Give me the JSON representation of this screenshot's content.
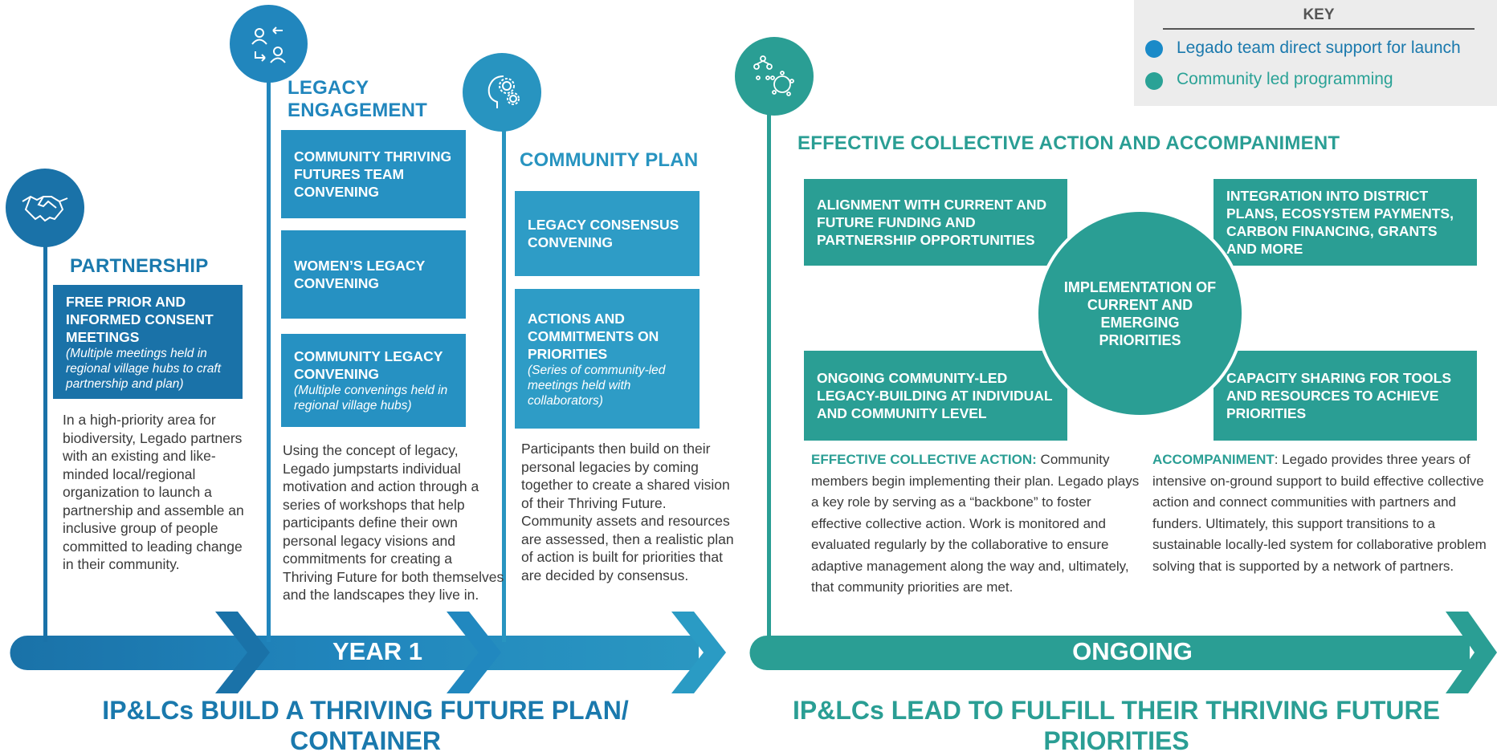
{
  "key": {
    "title": "KEY",
    "items": [
      {
        "label": "Legado team direct support for launch",
        "color": "#1a8ac8"
      },
      {
        "label": "Community led programming",
        "color": "#2aa296"
      }
    ]
  },
  "colors": {
    "blue_dark": "#1a79ad",
    "blue_mid": "#2691c2",
    "blue_light": "#2e9cc6",
    "teal": "#2a9e94",
    "teal_dark": "#23958c",
    "text": "#3a3a3a"
  },
  "partnership": {
    "title": "PARTNERSHIP",
    "box_title": "FREE PRIOR AND INFORMED CONSENT MEETINGS",
    "box_sub": "(Multiple meetings held in regional village hubs to craft partnership and plan)",
    "description": "In a high-priority area for biodiversity, Legado partners with an existing and like-minded local/regional organization to launch a partnership and assemble an inclusive group of people committed to leading change in their community.",
    "icon": "handshake-icon"
  },
  "legacy": {
    "title": "LEGACY ENGAGEMENT",
    "boxes": [
      {
        "title": "COMMUNITY THRIVING FUTURES TEAM CONVENING",
        "sub": ""
      },
      {
        "title": "WOMEN’S LEGACY CONVENING",
        "sub": ""
      },
      {
        "title": "COMMUNITY LEGACY CONVENING",
        "sub": "(Multiple convenings held in regional village hubs)"
      }
    ],
    "description": "Using the concept of legacy, Legado jumpstarts individual motivation and action through a series of workshops that help participants define their own personal legacy visions and commitments for creating a Thriving Future for both themselves and the landscapes they live in.",
    "icon": "people-exchange-icon"
  },
  "plan": {
    "title": "COMMUNITY PLAN",
    "boxes": [
      {
        "title": "LEGACY CONSENSUS CONVENING",
        "sub": ""
      },
      {
        "title": "ACTIONS AND COMMITMENTS ON PRIORITIES",
        "sub": "(Series of community-led meetings held with collaborators)"
      }
    ],
    "description": "Participants then build on their personal legacies by coming together to create a shared vision of their Thriving Future. Community assets and resources are assessed, then a realistic plan of action is built for priorities that are decided by consensus.",
    "icon": "head-gears-icon"
  },
  "ongoing": {
    "title": "EFFECTIVE COLLECTIVE ACTION AND ACCOMPANIMENT",
    "center": "IMPLEMENTATION OF CURRENT AND EMERGING PRIORITIES",
    "boxes": [
      "ALIGNMENT WITH CURRENT AND FUTURE FUNDING AND PARTNERSHIP OPPORTUNITIES",
      "INTEGRATION INTO DISTRICT PLANS, ECOSYSTEM PAYMENTS, CARBON FINANCING, GRANTS AND MORE",
      "ONGOING COMMUNITY-LED LEGACY-BUILDING AT INDIVIDUAL AND COMMUNITY LEVEL",
      "CAPACITY SHARING FOR TOOLS AND RESOURCES TO ACHIEVE PRIORITIES"
    ],
    "action_label": "EFFECTIVE COLLECTIVE ACTION:",
    "action_text": " Community members begin implementing their plan. Legado plays a key role by serving as a “backbone” to foster effective collective action. Work is monitored and evaluated regularly by the collaborative to ensure adaptive management along the way and, ultimately, that community priorities are met.",
    "accomp_label": "ACCOMPANIMENT",
    "accomp_text": ": Legado provides three years of intensive on-ground support to build effective collective action and connect communities with partners and funders. Ultimately, this support transitions to a sustainable locally-led system for collaborative problem solving that is supported by a network of partners.",
    "icon": "network-hierarchy-icon"
  },
  "arrows": {
    "year1": "YEAR 1",
    "ongoing": "ONGOING"
  },
  "bottom": {
    "left": "IP&LCs BUILD A THRIVING FUTURE PLAN/ CONTAINER",
    "right": "IP&LCs LEAD TO FULFILL THEIR THRIVING FUTURE PRIORITIES"
  }
}
